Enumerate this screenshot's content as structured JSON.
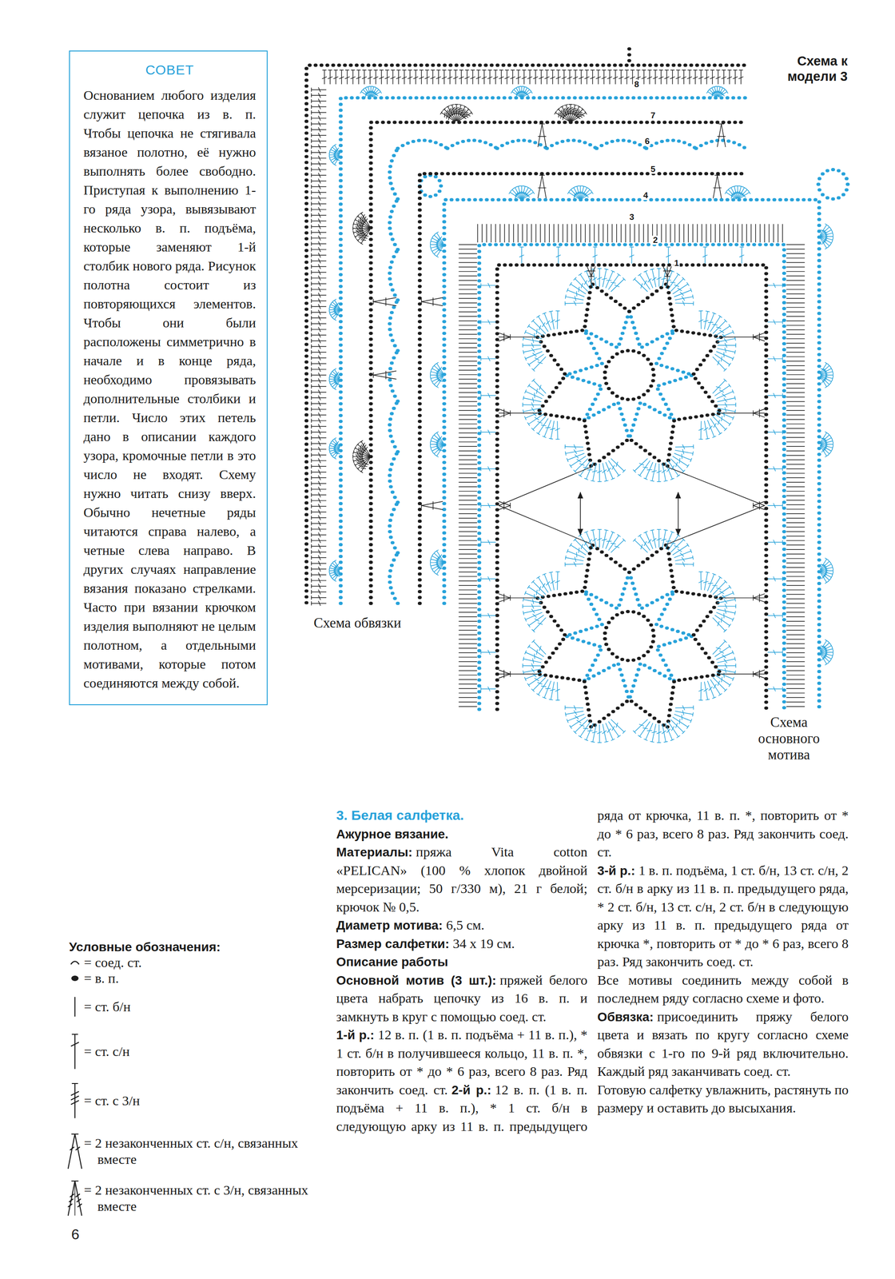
{
  "diagram": {
    "title": "3. Белая салфетка.",
    "nodes": [
      {
        "text": [
          "СОВЕТ",
          "Основанием любого изделия служит цепочка из в. п. Чтобы цепочка не стягивала вязаное полотно, её нужно выполнять более свободно. Приступая к выполнению 1-го ряда узора, вывязывают несколько в. п. подъёма, которые заменяют 1-й столбик нового ряда. Рисунок полотна состоит из повторяющихся элементов. Чтобы они были расположены симметрично в начале и в конце ряда, необходимо провязывать дополнительные столбики и петли. Число этих петель дано в описании каждого узора, кромочные петли в это число не входят. Схему нужно читать снизу вверх. Обычно нечетные ряды читаются справа налево, а четные слева направо. В других случаях направление вязания показано стрелками. Часто при вязании крючком изделия выполняют не целым полотном, а отдельными мотивами, которые потом соединяются между собой."
        ]
      }
    ],
    "labels": [
      "Схема к модели 3",
      "8",
      "7",
      "6",
      "5",
      "4",
      "3",
      "2",
      "1",
      "Схема обвязки",
      "Схема основного мотива",
      "Условные обозначения:",
      "Ажурное вязание.",
      "Материалы:",
      "пряжа Vita cotton «PELICAN» (100 % хлопок двойной мерсеризации; 50 г/330 м), 21 г белой; крючок № 0,5.",
      "Диаметр мотива:",
      "6,5 см.",
      "Размер салфетки:",
      "34 х 19 см.",
      "Описание работы",
      "Основной мотив (3 шт.):",
      "пряжей белого цвета набрать цепочку из 16 в. п. и замкнуть в круг с помощью соед. ст.",
      "1-й р.:",
      "12 в. п. (1 в. п. подъёма + 11 в. п.), * 1 ст. б/н в получившееся кольцо, 11 в. п. *, повторить от * до * 6 раз, всего 8 раз. Ряд закончить соед. ст.",
      "2-й р.:",
      "12 в. п. (1 в. п. подъёма + 11 в. п.), * 1 ст. б/н в следующую арку из 11 в. п. предыдущего ряда от крючка, 11 в. п. *, повторить от * до * 6 раз, всего 8 раз. Ряд закончить соед. ст.",
      "3-й р.:",
      "1 в. п. подъёма, 1 ст. б/н, 13 ст. с/н, 2 ст. б/н в арку из 11 в. п. предыдущего ряда, * 2 ст. б/н, 13 ст. с/н, 2 ст. б/н в следующую арку из 11 в. п. предыдущего ряда от крючка *, повторить от * до * 6 раз, всего 8 раз. Ряд закончить соед. ст.",
      "Все мотивы соединить между собой в последнем ряду согласно схеме и фото.",
      "Обвязка:",
      "присоединить пряжу белого цвета и вязать по кругу согласно схеме обвязки с 1-го по 9-й ряд включительно. Каждый ряд заканчивать соед. ст.",
      "Готовую салфетку увлажнить, растянуть по размеру и оставить до высыхания.",
      "6"
    ],
    "legend": [
      {
        "text": "= соед. ст."
      },
      {
        "text": "= в. п."
      },
      {
        "text": "= ст. б/н"
      },
      {
        "text": "= ст. с/н"
      },
      {
        "text": "= ст. с 3/н"
      },
      {
        "text": "= 2 незаконченных ст. с/н, связанных вместе"
      },
      {
        "text": "= 2 незаконченных ст. с 3/н, связанных вместе"
      }
    ]
  }
}
